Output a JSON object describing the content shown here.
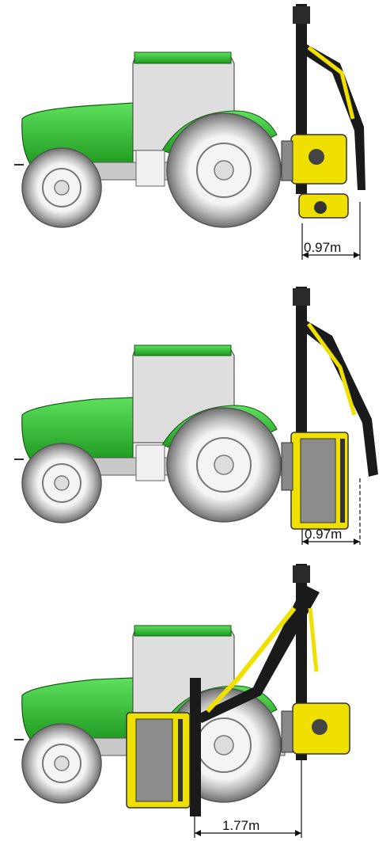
{
  "panels": [
    {
      "id": "folded-transport",
      "dimension_label": "0.97m"
    },
    {
      "id": "vertical-flail-stowed",
      "dimension_label": "0.97m"
    },
    {
      "id": "offset-working",
      "dimension_label": "1.77m"
    }
  ],
  "colors": {
    "tractor_green": "#33cc33",
    "tractor_green_dark": "#1e8f1e",
    "cab_grey": "#dcdcdc",
    "tyre_grey": "#8a8a8a",
    "rim_light": "#f2f2f2",
    "flail_yellow": "#f0e000",
    "arm_black": "#1a1a1a"
  }
}
